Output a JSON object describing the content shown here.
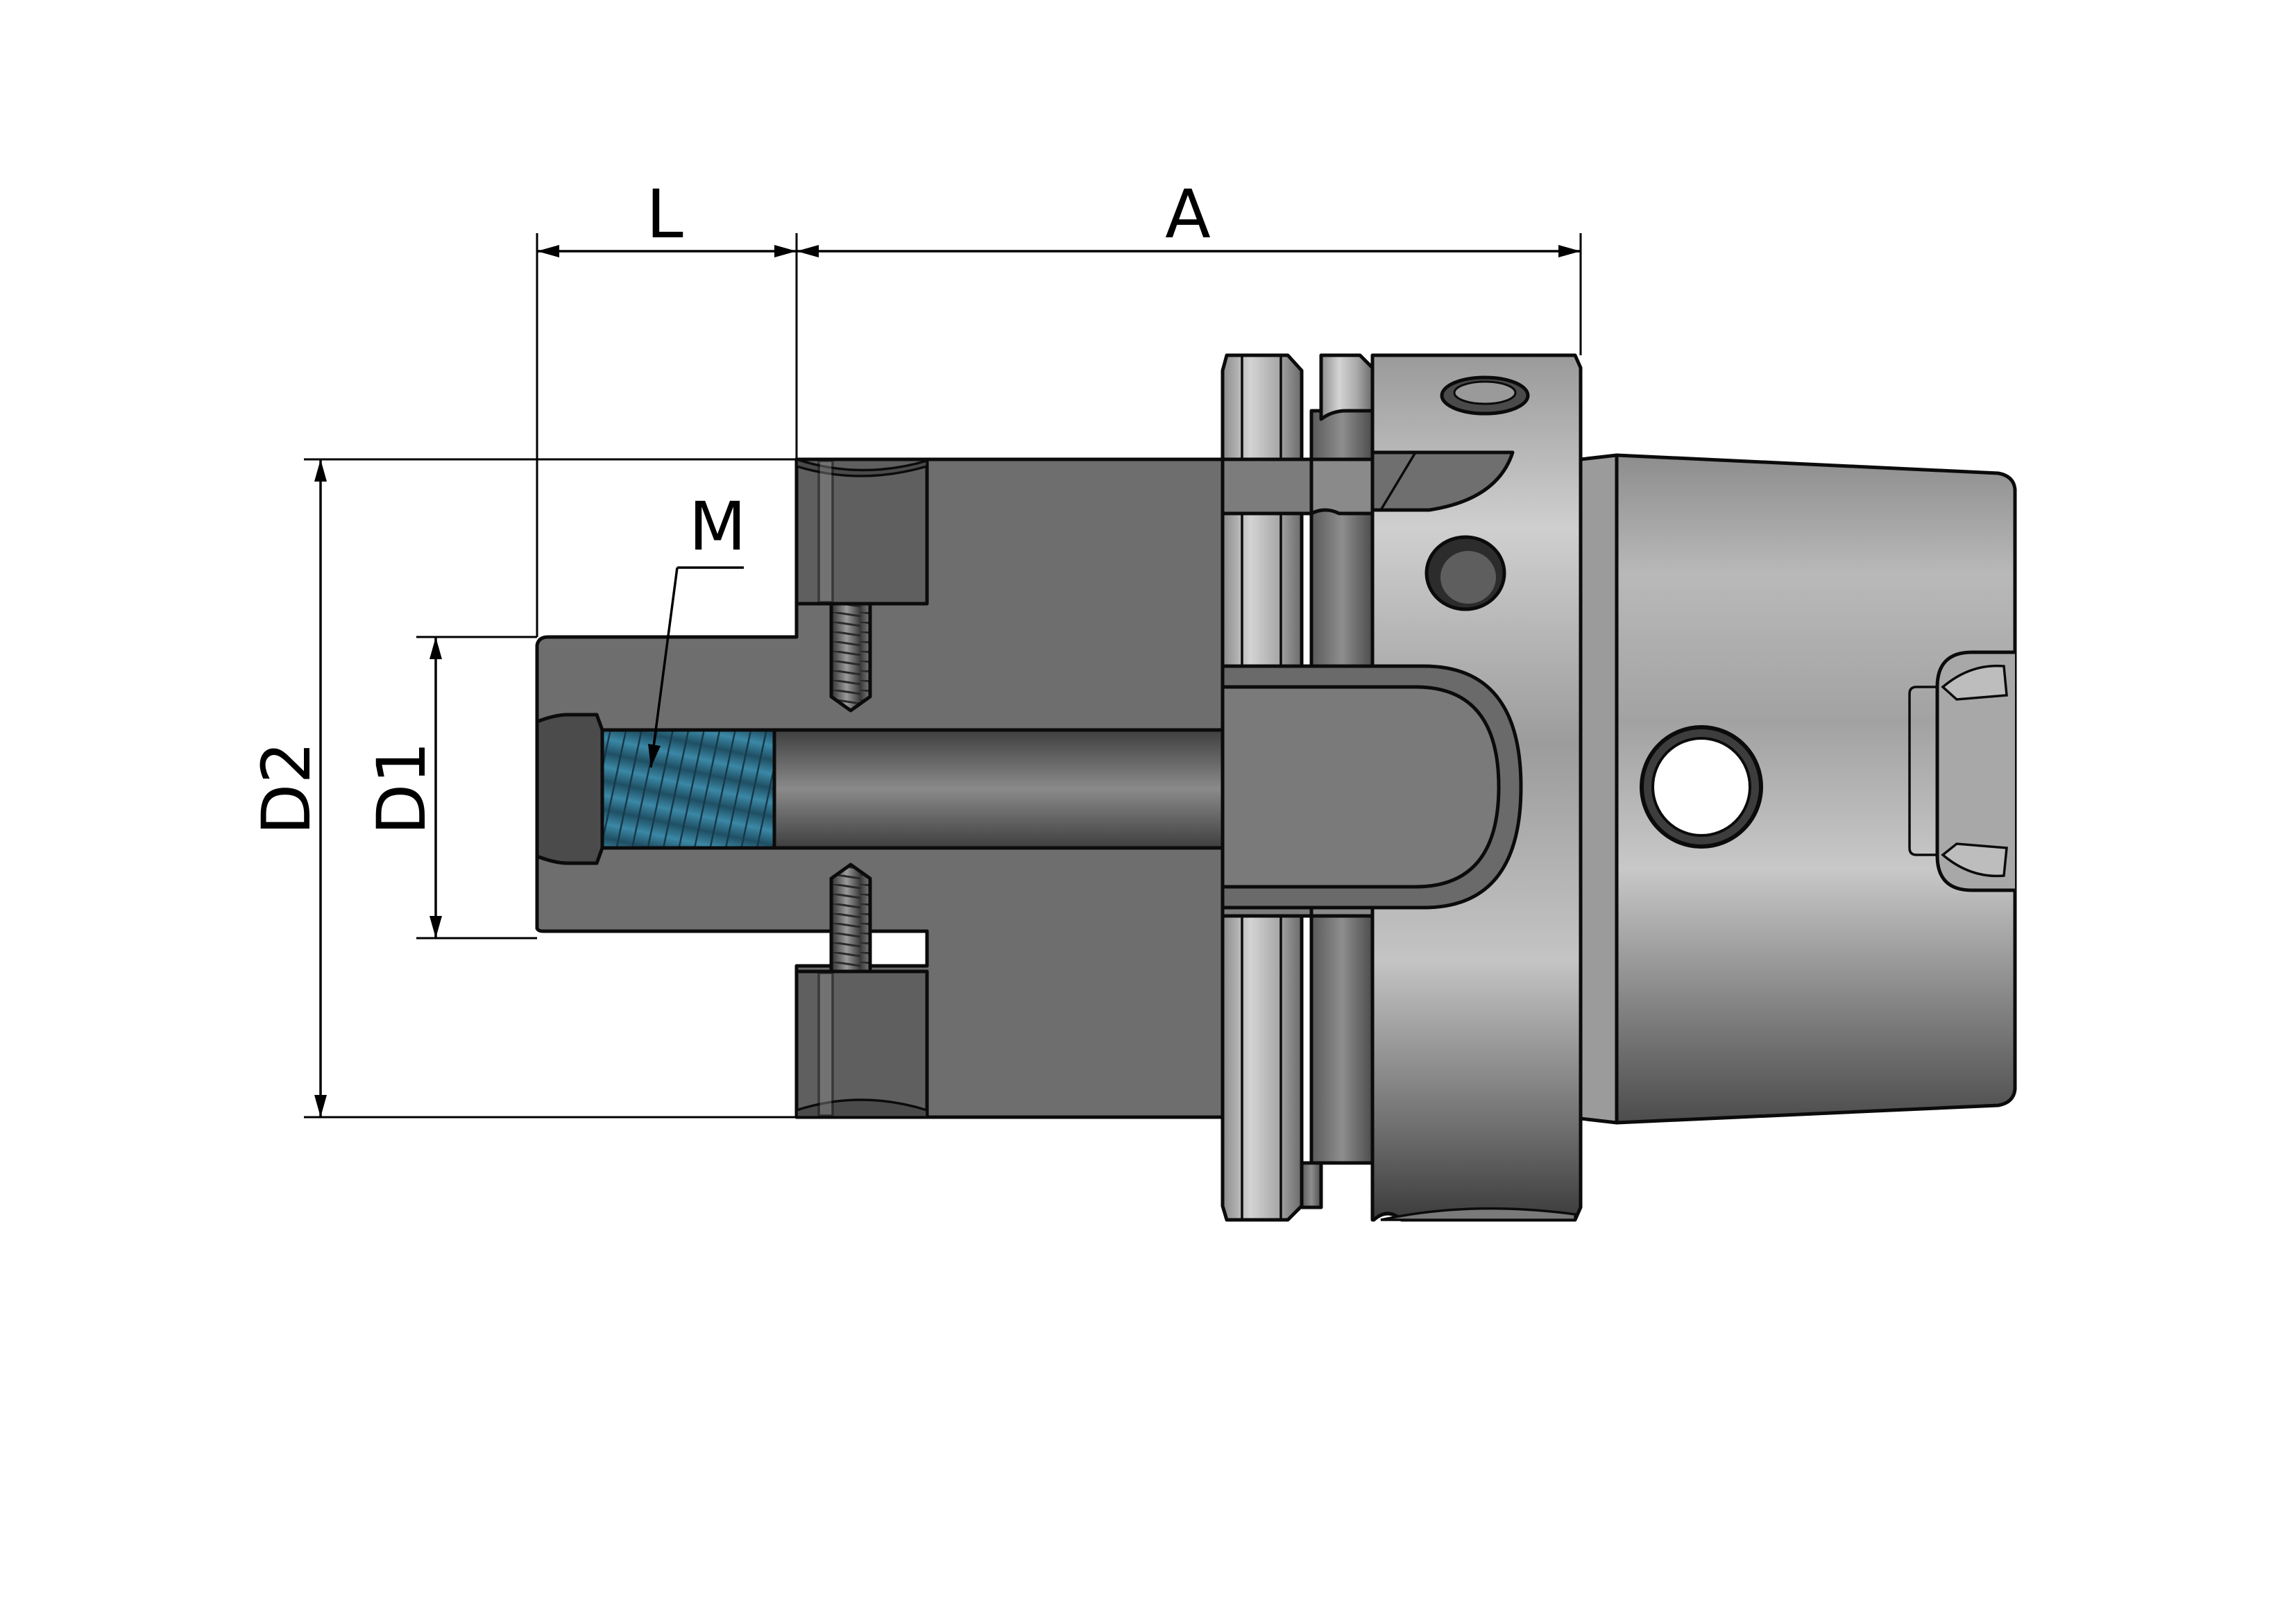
{
  "labels": {
    "L": "L",
    "A": "A",
    "M": "M",
    "D1": "D1",
    "D2": "D2"
  },
  "colors": {
    "section_fill": "#6e6e6e",
    "bore_fill": "#5a5a5a",
    "thread_fill": "#2f6f88",
    "metal_light": "#c9c9c9",
    "metal_dark": "#4a4a4a",
    "outline": "#0b0b0b"
  }
}
